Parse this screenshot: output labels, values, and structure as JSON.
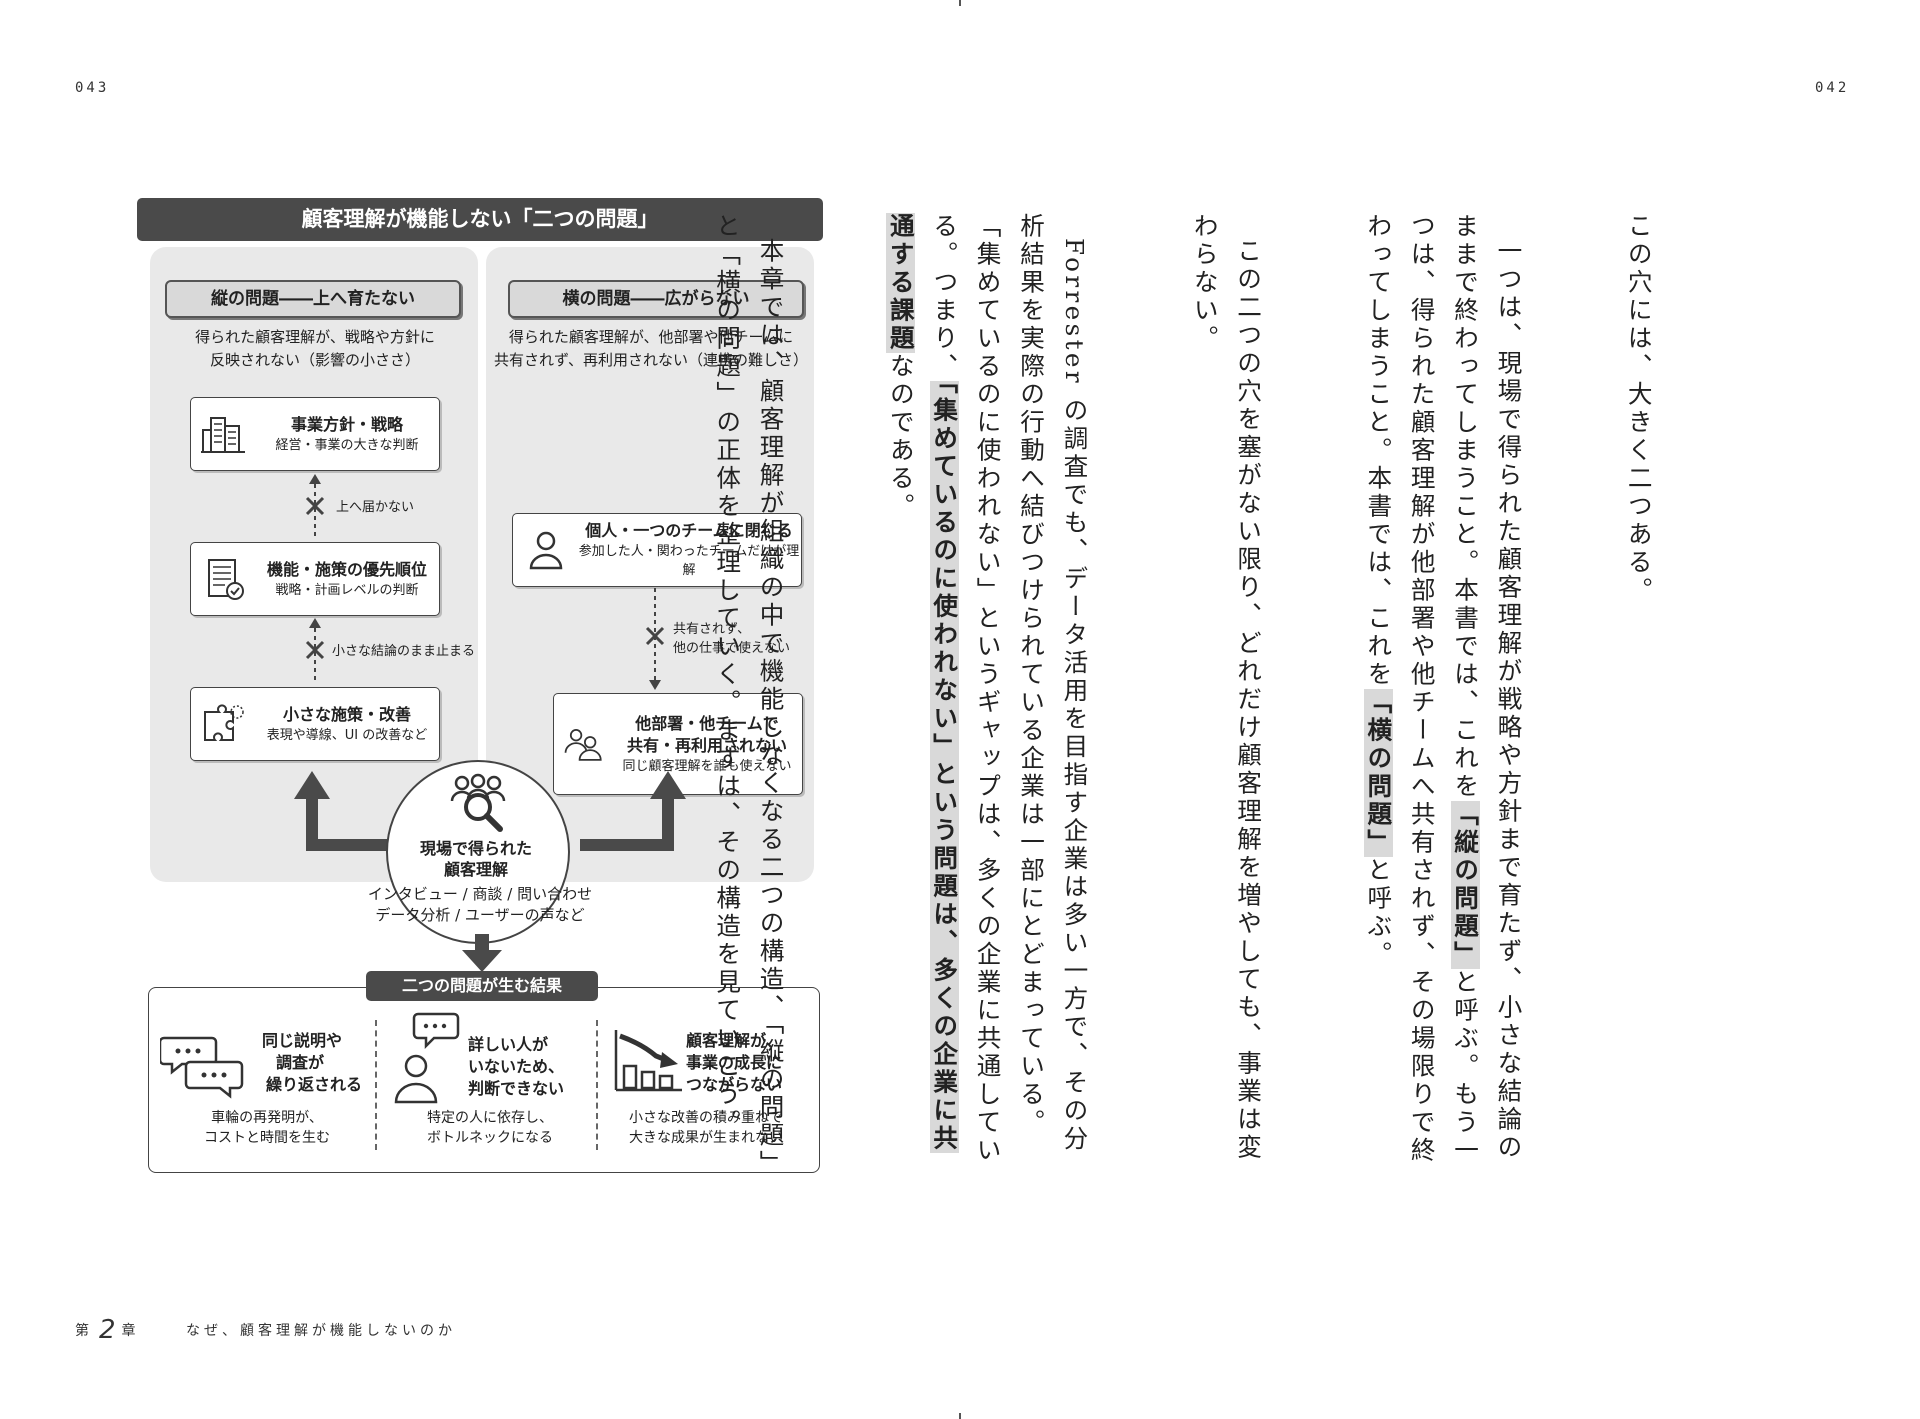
{
  "page": {
    "left_number": "043",
    "right_number": "042",
    "footer": {
      "chapter_prefix": "第",
      "chapter_number": "2",
      "chapter_suffix": "章",
      "chapter_title": "なぜ、顧客理解が機能しないのか"
    }
  },
  "figure": {
    "title": "顧客理解が機能しない「二つの問題」",
    "vertical": {
      "header": "縦の問題――上へ育たない",
      "desc_line1": "得られた顧客理解が、戦略や方針に",
      "desc_line2": "反映されない（影響の小ささ）",
      "levels": [
        {
          "title": "事業方針・戦略",
          "sub": "経営・事業の大きな判断",
          "icon": "building-icon"
        },
        {
          "title": "機能・施策の優先順位",
          "sub": "戦略・計画レベルの判断",
          "icon": "document-check-icon"
        },
        {
          "title": "小さな施策・改善",
          "sub": "表現や導線、UI の改善など",
          "icon": "puzzle-icon"
        }
      ],
      "block1": "上へ届かない",
      "block2": "小さな結論のまま止まる"
    },
    "horizontal": {
      "header": "横の問題――広がらない",
      "desc_line1": "得られた顧客理解が、他部署や他チームに",
      "desc_line2": "共有されず、再利用されない（連携の難しさ）",
      "top": {
        "title": "個人・一つのチームに閉じる",
        "sub": "参加した人・関わったチームだけが理解",
        "icon": "person-icon"
      },
      "block_line1": "共有されず、",
      "block_line2": "他の仕事で使えない",
      "bottom": {
        "title_line1": "他部署・他チームで",
        "title_line2": "共有・再利用されない",
        "sub": "同じ顧客理解を誰も使えない",
        "icon": "group-icon"
      }
    },
    "center": {
      "title_line1": "現場で得られた",
      "title_line2": "顧客理解",
      "sources_line1": "インタビュー / 商談 / 問い合わせ",
      "sources_line2": "データ分析 / ユーザーの声など",
      "icon": "search-people-icon"
    },
    "results": {
      "label": "二つの問題が生む結果",
      "items": [
        {
          "title_lines": [
            "同じ説明や",
            "調査が",
            "繰り返される"
          ],
          "desc_line1": "車輪の再発明が、",
          "desc_line2": "コストと時間を生む",
          "icon": "speech-bubbles-icon"
        },
        {
          "title_lines": [
            "詳しい人が",
            "いないため、",
            "判断できない"
          ],
          "desc_line1": "特定の人に依存し、",
          "desc_line2": "ボトルネックになる",
          "icon": "person-bubble-icon"
        },
        {
          "title_lines": [
            "顧客理解が、",
            "事業の成長に",
            "つながらない"
          ],
          "desc_line1": "小さな改善の積み重ねで",
          "desc_line2": "大きな成果が生まれない",
          "icon": "declining-chart-icon"
        }
      ]
    }
  },
  "body_text": {
    "p1": "この穴には、大きく二つある。",
    "p2_a": "一つは、現場で得られた顧客理解が戦略や方針まで育たず、小さな結論のままで終わってしまうこと。本書では、これを",
    "p2_b": "「縦の問題」",
    "p2_c": "と呼ぶ。もう一つは、得られた顧客理解が他部署や他チームへ共有されず、その場限りで終わってしまうこと。本書では、これを",
    "p2_d": "「横の問題」",
    "p2_e": "と呼ぶ。",
    "p3": "この二つの穴を塞がない限り、どれだけ顧客理解を増やしても、事業は変わらない。",
    "p4_a": "Forrester の調査でも、データ活用を目指す企業は多い一方で、その分析結果を実際の行動へ結びつけられている企業は一部にとどまっている。「集めているのに使われない」というギャップは、多くの企業に共通している。つまり、",
    "p4_b": "「集めているのに使われない」という問題は、多くの企業に共通する課題",
    "p4_c": "なのである。",
    "p5": "本章では、顧客理解が組織の中で機能しなくなる二つの構造、「縦の問題」と「横の問題」の正体を整理していく。まずは、その構造を見ていこう。"
  },
  "colors": {
    "dark_band": "#4a4a4a",
    "panel": "#e9e9e9",
    "highlight": "#d9d9d9"
  }
}
